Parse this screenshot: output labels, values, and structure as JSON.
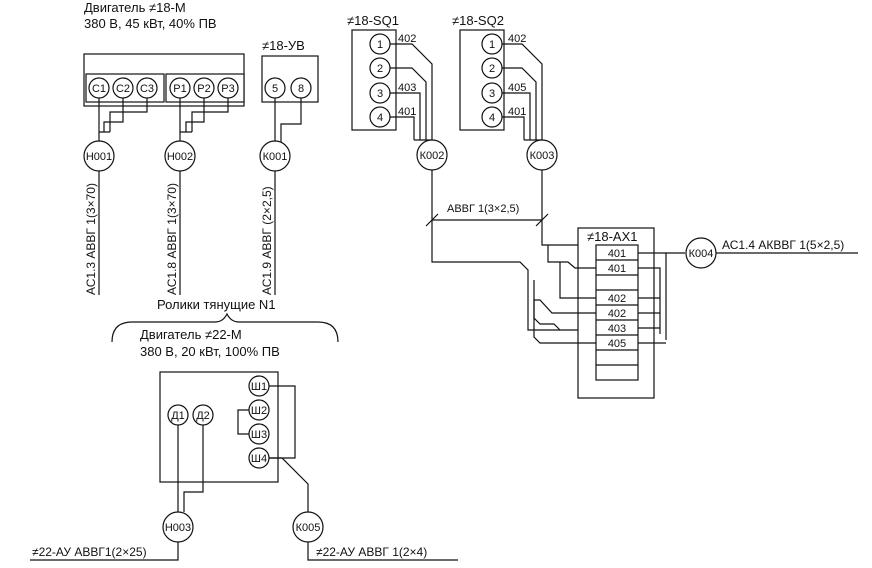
{
  "motor1": {
    "title": "Двигатель ≠18-М",
    "spec": "380 В, 45 кВт, 40% ПВ",
    "terminals": [
      "С1",
      "С2",
      "С3",
      "Р1",
      "Р2",
      "Р3"
    ]
  },
  "uv": {
    "title": "≠18-УВ",
    "terminals": [
      "5",
      "8"
    ]
  },
  "sq1": {
    "title": "≠18-SQ1",
    "terminals": [
      "1",
      "2",
      "3",
      "4"
    ],
    "wires": [
      "402",
      "",
      "403",
      "401"
    ]
  },
  "sq2": {
    "title": "≠18-SQ2",
    "terminals": [
      "1",
      "2",
      "3",
      "4"
    ],
    "wires": [
      "402",
      "",
      "405",
      "401"
    ]
  },
  "cables": {
    "n001": "Н001",
    "n002": "Н002",
    "k001": "К001",
    "k002": "К002",
    "k003": "К003",
    "k004": "К004",
    "n003": "Н003",
    "k005": "К005"
  },
  "cable_labels": {
    "ac13": "АС1.3 АВВГ 1(3×70)",
    "ac18": "АС1.8 АВВГ 1(3×70)",
    "ac19": "АС1.9 АВВГ (2×2,5)",
    "avvg_sq": "АВВГ 1(3×2,5)",
    "ac14": "АС1.4 АКВВГ 1(5×2,5)",
    "au1": "≠22-АУ АВВГ1(2×25)",
    "au2": "≠22-АУ АВВГ 1(2×4)"
  },
  "ax1": {
    "title": "≠18-АХ1",
    "rows": [
      "401",
      "401",
      "",
      "402",
      "402",
      "403",
      "405",
      "",
      ""
    ]
  },
  "group_label": "Ролики тянущие N1",
  "motor2": {
    "title": "Двигатель ≠22-М",
    "spec": "380 В, 20 кВт, 100% ПВ",
    "terminals_d": [
      "Д1",
      "Д2"
    ],
    "terminals_sh": [
      "Ш1",
      "Ш2",
      "Ш3",
      "Ш4"
    ]
  }
}
